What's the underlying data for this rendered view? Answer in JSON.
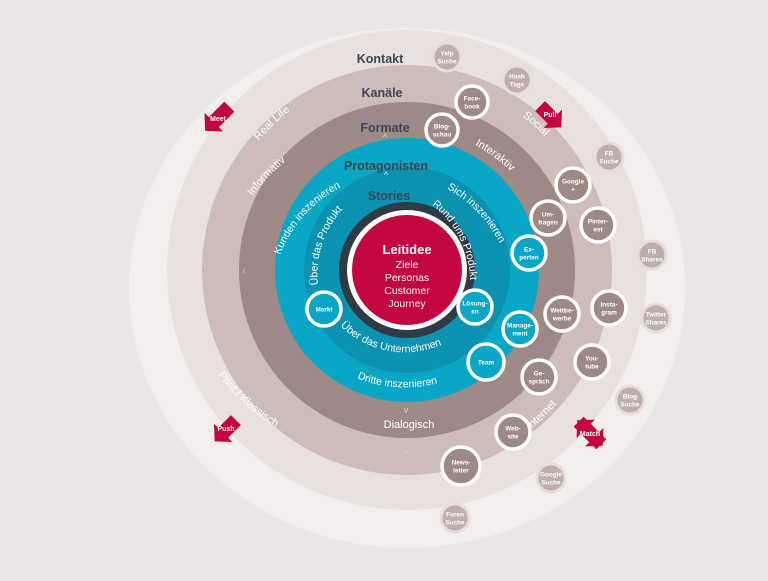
{
  "colors": {
    "background": "#ebe6e5",
    "ring_kontakt": "#e9e1df",
    "ring_kanaele": "#cdbcb9",
    "ring_formate": "#9d8a87",
    "ring_protagonisten": "#0aa6c6",
    "ring_stories": "#0b92b0",
    "core_dark": "#2e3a44",
    "core_red": "#c3063f",
    "arrow_red": "#c3063f"
  },
  "rings": {
    "kontakt": "Kontakt",
    "kanaele": "Kanäle",
    "formate": "Formate",
    "protagonisten": "Protagonisten",
    "stories": "Stories"
  },
  "arc_labels": {
    "real_life": "Real Life",
    "social": "Social",
    "print": "Print / Klassisch",
    "internet": "Internet",
    "informativ": "Informativ",
    "interaktiv": "Interaktiv",
    "dialogisch": "Dialogisch",
    "kunden": "Kunden inszenieren",
    "sich": "Sich inszenieren",
    "dritte": "Dritte inszenieren",
    "ueber_produkt": "Über das Produkt",
    "rund_produkt": "Rund ums Produkt",
    "ueber_unternehmen": "Über das Unternehmen"
  },
  "core": {
    "title": "Leitidee",
    "lines": [
      "Ziele",
      "Personas",
      "Customer",
      "Journey"
    ]
  },
  "arrows": {
    "meet": "Meet",
    "pull": "Pull",
    "push": "Push",
    "match": "Match"
  },
  "bubbles": [
    {
      "id": "yelp",
      "lines": [
        "Yelp",
        "Suche"
      ],
      "style": "gray"
    },
    {
      "id": "hashtags",
      "lines": [
        "Hash",
        "Tags"
      ],
      "style": "gray"
    },
    {
      "id": "facebook",
      "lines": [
        "Face-",
        "book"
      ],
      "style": "white"
    },
    {
      "id": "blogschau",
      "lines": [
        "Blog-",
        "schau"
      ],
      "style": "white"
    },
    {
      "id": "fb-suche",
      "lines": [
        "FB",
        "Suche"
      ],
      "style": "gray"
    },
    {
      "id": "google-plus",
      "lines": [
        "Google",
        "+"
      ],
      "style": "white"
    },
    {
      "id": "umfragen",
      "lines": [
        "Um-",
        "fragen"
      ],
      "style": "white"
    },
    {
      "id": "pinterest",
      "lines": [
        "Pinter-",
        "est"
      ],
      "style": "white"
    },
    {
      "id": "fb-shares",
      "lines": [
        "FB",
        "Shares"
      ],
      "style": "gray"
    },
    {
      "id": "experten",
      "lines": [
        "Ex-",
        "perten"
      ],
      "style": "teal"
    },
    {
      "id": "wettbewerbe",
      "lines": [
        "Wettbe-",
        "werbe"
      ],
      "style": "white"
    },
    {
      "id": "instagram",
      "lines": [
        "Insta-",
        "gram"
      ],
      "style": "white"
    },
    {
      "id": "twitter-shares",
      "lines": [
        "Twitter",
        "Shares"
      ],
      "style": "gray"
    },
    {
      "id": "markt",
      "lines": [
        "Markt"
      ],
      "style": "teal"
    },
    {
      "id": "loesungen",
      "lines": [
        "Lösung-",
        "en"
      ],
      "style": "teal"
    },
    {
      "id": "management",
      "lines": [
        "Manage-",
        "ment"
      ],
      "style": "teal"
    },
    {
      "id": "youtube",
      "lines": [
        "You-",
        "tube"
      ],
      "style": "white"
    },
    {
      "id": "team",
      "lines": [
        "Team"
      ],
      "style": "teal"
    },
    {
      "id": "gespraech",
      "lines": [
        "Ge-",
        "spräch"
      ],
      "style": "white"
    },
    {
      "id": "blog-suche",
      "lines": [
        "Blog",
        "Suche"
      ],
      "style": "gray"
    },
    {
      "id": "website",
      "lines": [
        "Web-",
        "site"
      ],
      "style": "white"
    },
    {
      "id": "newsletter",
      "lines": [
        "News-",
        "letter"
      ],
      "style": "white"
    },
    {
      "id": "google-suche",
      "lines": [
        "Google",
        "Suche"
      ],
      "style": "gray"
    },
    {
      "id": "foren-suche",
      "lines": [
        "Foren",
        "Suche"
      ],
      "style": "gray"
    }
  ]
}
